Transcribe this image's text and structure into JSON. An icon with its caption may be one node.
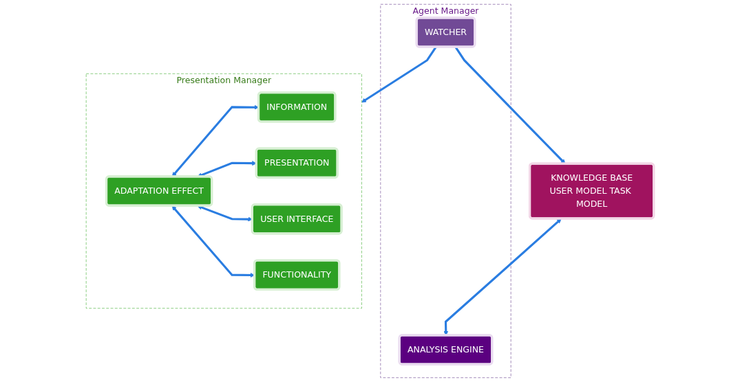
{
  "diagram": {
    "nodes": [
      {
        "text": [
          "KNOWLEDGE BASE",
          "USER MODEL TASK MODEL"
        ]
      },
      {
        "text": [
          "Agent Manager"
        ]
      },
      {
        "text": [
          "ANALYSIS ENGINE"
        ],
        "in": 1
      },
      {
        "text": [
          "WATCHER"
        ],
        "in": 1
      },
      {
        "text": [
          "Presentation Manager"
        ]
      },
      {
        "text": [
          "ADAPTATION EFFECT"
        ],
        "in": 4
      },
      {
        "text": [
          "INFORMATION"
        ],
        "in": 4
      },
      {
        "text": [
          "PRESENTATION"
        ],
        "in": 4
      },
      {
        "text": [
          "USER INTERFACE"
        ],
        "in": 4
      },
      {
        "text": [
          "FUNCTIONALITY"
        ],
        "in": 4
      }
    ],
    "edges": [
      {
        "from": 0,
        "to": 2,
        "arrow": "both"
      },
      {
        "from": 3,
        "to": 0,
        "arrow": "to"
      },
      {
        "from": 3,
        "to": 4,
        "arrow": "to"
      },
      {
        "from": 5,
        "to": 6,
        "arrow": "both"
      },
      {
        "from": 5,
        "to": 7,
        "arrow": "both"
      },
      {
        "from": 5,
        "to": 8,
        "arrow": "both"
      },
      {
        "from": 5,
        "to": 9,
        "arrow": "both"
      }
    ]
  }
}
